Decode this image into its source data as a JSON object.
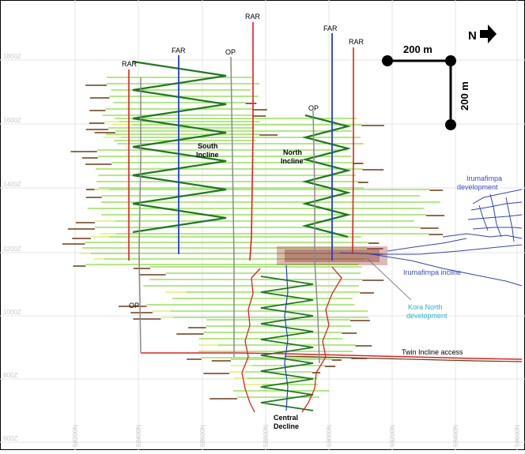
{
  "elevations": [
    "1800Z",
    "1600Z",
    "1400Z",
    "1200Z",
    "1000Z",
    "800Z",
    "600Z"
  ],
  "northings": [
    "58200N",
    "58400N",
    "58600N",
    "58800N",
    "59000N",
    "59200N",
    "59400N",
    "59600N"
  ],
  "labels": {
    "rar": "RAR",
    "far": "FAR",
    "op": "OP",
    "south_incline_1": "South",
    "south_incline_2": "Incline",
    "north_incline_1": "North",
    "north_incline_2": "Incline",
    "central_decline_1": "Central",
    "central_decline_2": "Decline",
    "irumafimpa_dev_1": "Irumafimpa",
    "irumafimpa_dev_2": "development",
    "irumafimpa_incline": "Irumafimpa incline",
    "kora_north_1": "Kora North",
    "kora_north_2": "development",
    "twin_incline": "Twin Incline access"
  },
  "scale": {
    "horizontal": "200 m",
    "vertical": "200 m"
  },
  "north_arrow": {
    "letter": "N",
    "icon": "arrow-right-icon"
  },
  "colors": {
    "ramp": "#1e7a1e",
    "level_light": "#99e25a",
    "level_dark": "#6b3a16",
    "level_yellow": "#f6f48a",
    "far": "#1f3fcf",
    "rar": "#e02020",
    "op": "#8a8a8a",
    "irumafimpa": "#3344bb"
  }
}
